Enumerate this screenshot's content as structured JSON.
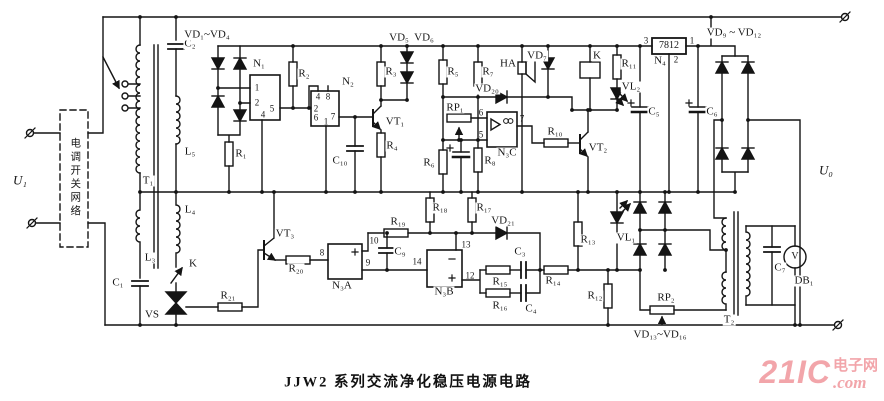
{
  "title": "JJW2 系列交流净化稳压电源电路",
  "watermark": {
    "logo": "21IC",
    "site": "电子网",
    "tld": ".com"
  },
  "terminals": {
    "input": "U₁",
    "output": "U₀"
  },
  "blocks": {
    "switch_network": "电调开关网络"
  },
  "labels": {
    "t1": "T₁",
    "t2": "T₂",
    "l3": "L₃",
    "l4": "L₄",
    "l5": "L₅",
    "c1": "C₁",
    "c2": "C₂",
    "c3": "C₃",
    "c4": "C₄",
    "c5": "C₅",
    "c6": "C₆",
    "c7": "C₇",
    "c9": "C₉",
    "c10": "C₁₀",
    "r1": "R₁",
    "r2": "R₂",
    "r3": "R₃",
    "r4": "R₄",
    "r5": "R₅",
    "r6": "R₆",
    "r7": "R₇",
    "r8": "R₈",
    "r10": "R₁₀",
    "r11": "R₁₁",
    "r12": "R₁₂",
    "r13": "R₁₃",
    "r14": "R₁₄",
    "r15": "R₁₅",
    "r16": "R₁₆",
    "r17": "R₁₇",
    "r18": "R₁₈",
    "r19": "R₁₉",
    "r20": "R₂₀",
    "r21": "R₂₁",
    "rp1": "RP₁",
    "rp2": "RP₂",
    "vd1_4": "VD₁~VD₄",
    "vd5": "VD₅",
    "vd6": "VD₆",
    "vd7": "VD₇",
    "vd9_12": "VD₉ ~ VD₁₂",
    "vd13_16": "VD₁₃~VD₁₆",
    "vd20": "VD₂₀",
    "vd21": "VD₂₁",
    "vt1": "VT₁",
    "vt2": "VT₂",
    "vt3": "VT₃",
    "vl1": "VL₁",
    "vl2": "VL₂",
    "vs": "VS",
    "k_switch": "K",
    "k_relay": "K",
    "ha": "HA",
    "n1": "N₁",
    "n2": "N₂",
    "n3a": "N₃A",
    "n3b": "N₃B",
    "n3c": "N₃C",
    "n4": "N₄",
    "regulator": "7812",
    "db1": "DB₁",
    "meter_v": "V"
  },
  "pins": {
    "n1": [
      "1",
      "2",
      "5",
      "4"
    ],
    "n2": [
      "4",
      "8",
      "2",
      "6",
      "7",
      "1"
    ],
    "n3a": [
      "8",
      "10",
      "9"
    ],
    "n3b": [
      "14",
      "13",
      "12"
    ],
    "n3c": [
      "6",
      "5",
      "7"
    ],
    "n4": [
      "3",
      "1",
      "2"
    ]
  }
}
